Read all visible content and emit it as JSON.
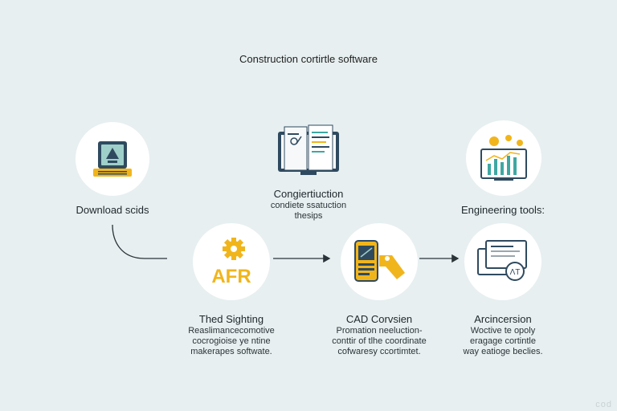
{
  "title": "Construction cortirtle software",
  "nodes": {
    "download": {
      "label": "Download scids"
    },
    "monitor": {
      "label": "Congiertiuction",
      "desc": [
        "condiete ssatuction",
        "thesips"
      ]
    },
    "engineering": {
      "label": "Engineering tools:"
    },
    "sighting": {
      "label": "Thed Sighting",
      "desc": [
        "Reaslimancecomotive",
        "cocrogioise ye ntine",
        "makerapes softwate."
      ]
    },
    "cad": {
      "label": "CAD Corvsien",
      "desc": [
        "Promation neeluction-",
        "conttir of tlhe coordinate",
        "cofwaresy ccortimtet."
      ]
    },
    "arcion": {
      "label": "Arcincersion",
      "desc": [
        "Woctive te opoly",
        "eragage cortintle",
        "way eatioge beclies."
      ]
    }
  },
  "icons": {
    "download": "laptop-blueprint-icon",
    "monitor": "monitor-document-icon",
    "engineering": "analytics-dashboard-icon",
    "sighting": "gears-afr-icon",
    "cad": "cad-phone-icon",
    "arcion": "screen-checklist-icon"
  },
  "sighting_icon_text": "AFR",
  "arcion_icon_text": "ΛT",
  "watermark": "cod",
  "colors": {
    "background": "#e7eff0",
    "accent_yellow": "#f1b51c",
    "dark_blue": "#2f4a5f",
    "teal": "#3fa7a2"
  }
}
